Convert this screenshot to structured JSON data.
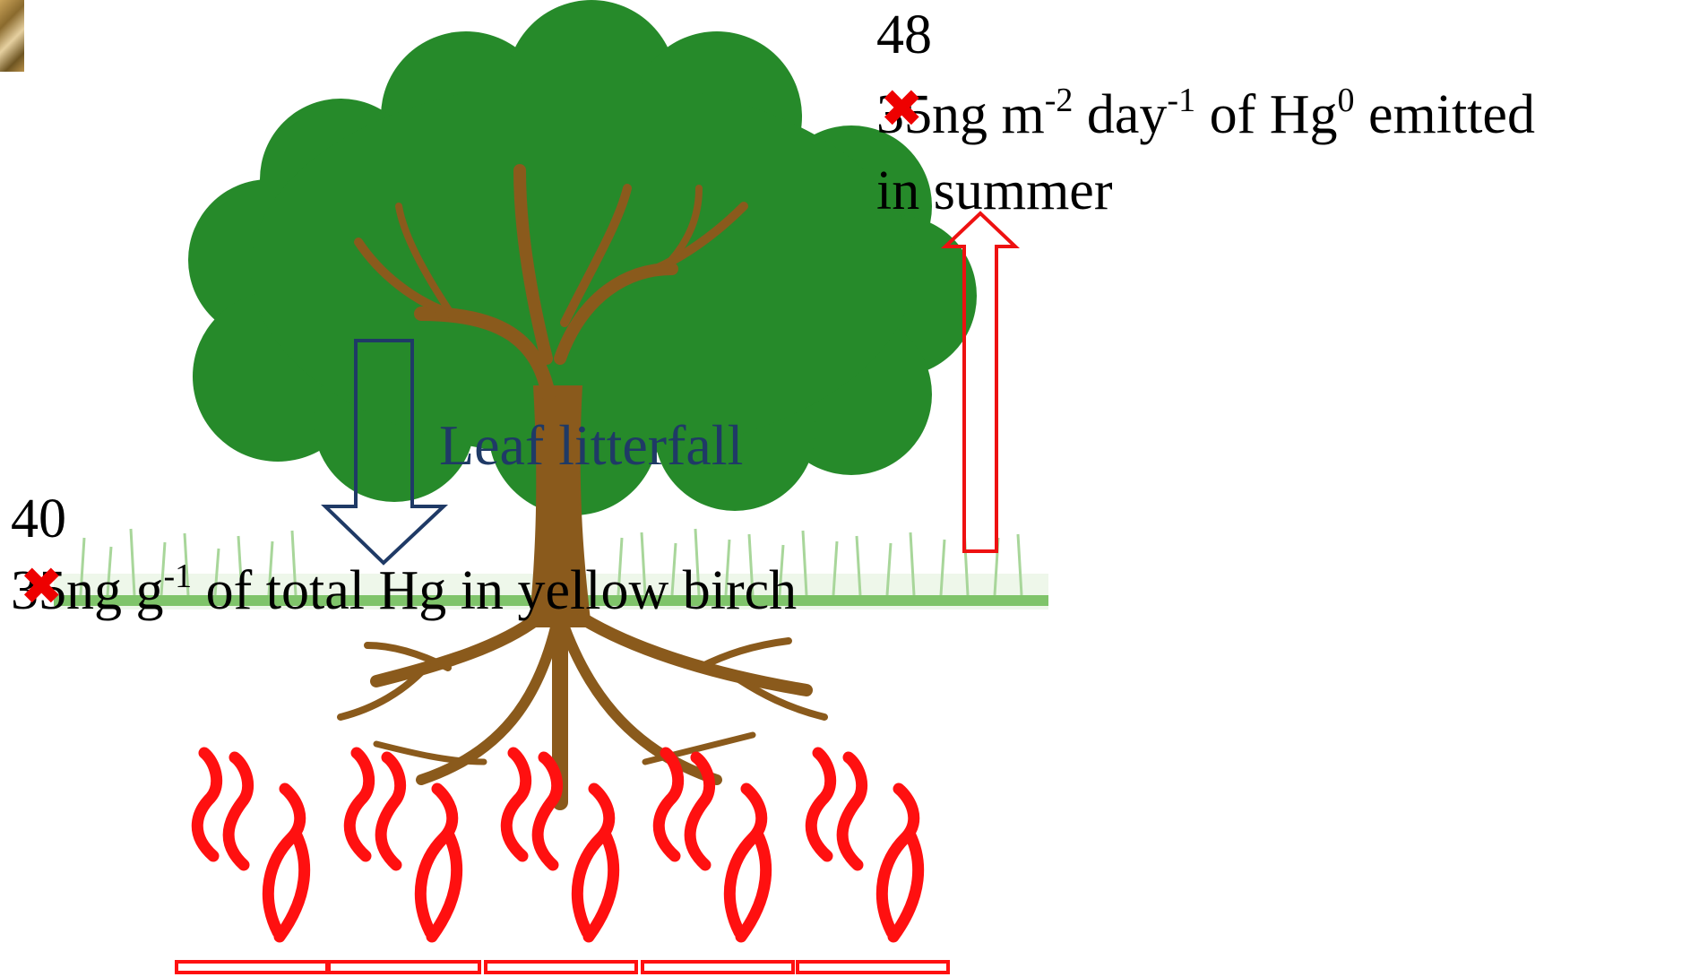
{
  "top_label": {
    "new_value": "48",
    "struck_value": "35",
    "line1_rest": " ng m",
    "exp1": "-2",
    "unit_day": " day",
    "exp2": "-1",
    "of_hg": " of Hg",
    "exp3": "0",
    "emitted": " emitted",
    "line2": "in summer"
  },
  "bottom_label": {
    "new_value": "40",
    "struck_value": "35",
    "ng_g": " ng g",
    "exp": "-1",
    "rest": " of total Hg in yellow birch"
  },
  "litterfall_label": "Leaf litterfall",
  "colors": {
    "canopy": "#268a2a",
    "trunk": "#8a5a1c",
    "grass": "#7fc46a",
    "emission_arrow": "#ee1111",
    "litterfall_arrow": "#1f3a66",
    "heat_waves": "#ff1010",
    "cross": "#ee0000"
  },
  "icons": [
    "tree-illustration",
    "emission-arrow-up",
    "litterfall-arrow-down",
    "soil-heat-waves",
    "cross-mark-icon"
  ]
}
